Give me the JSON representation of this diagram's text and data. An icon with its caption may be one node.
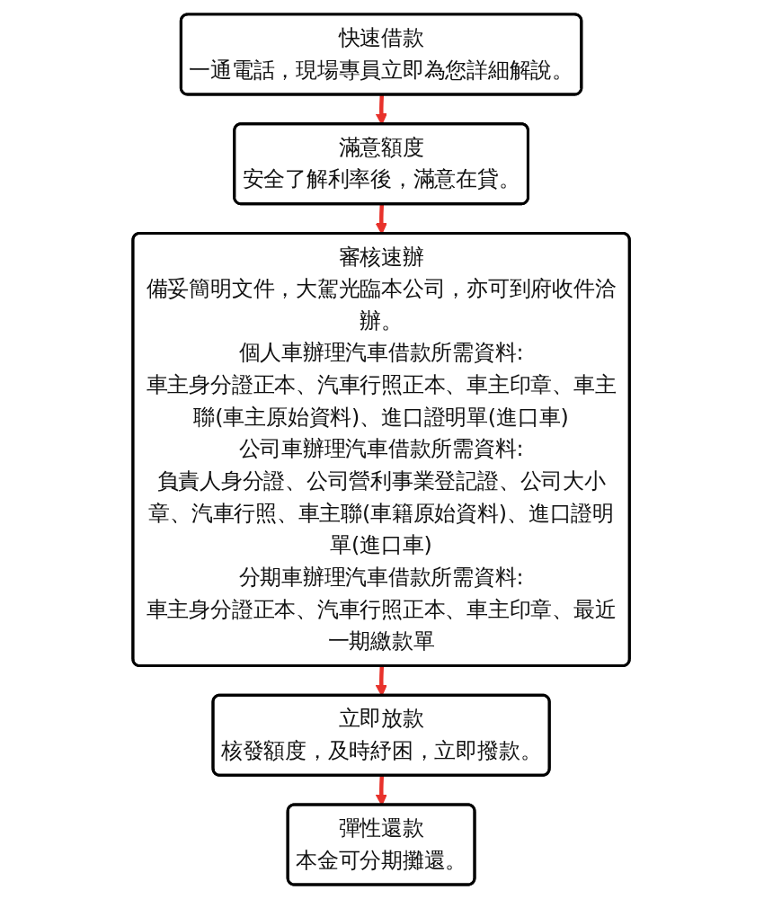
{
  "diagram": {
    "nodes": [
      {
        "text": [
          "快速借款",
          "一通電話，現場專員立即為您詳細解說。"
        ]
      },
      {
        "text": [
          "滿意額度",
          "安全了解利率後，滿意在貸。"
        ]
      },
      {
        "text": [
          "審核速辦",
          "備妥簡明文件，大駕光臨本公司，亦可到府收件洽辦。",
          "個人車辦理汽車借款所需資料:",
          "車主身分證正本、汽車行照正本、車主印章、車主聯(車主原始資料)、進口證明單(進口車)",
          "公司車辦理汽車借款所需資料:",
          "負責人身分證、公司營利事業登記證、公司大小章、汽車行照、車主聯(車籍原始資料)、進口證明單(進口車)",
          "分期車辦理汽車借款所需資料:",
          "車主身分證正本、汽車行照正本、車主印章、最近一期繳款單"
        ]
      },
      {
        "text": [
          "立即放款",
          "核發額度，及時紓困，立即撥款。"
        ]
      },
      {
        "text": [
          "彈性還款",
          "本金可分期攤還。"
        ]
      }
    ],
    "edges": [
      {
        "from": 0,
        "to": 1,
        "arrow": "to"
      },
      {
        "from": 1,
        "to": 2,
        "arrow": "to"
      },
      {
        "from": 2,
        "to": 3,
        "arrow": "to"
      },
      {
        "from": 3,
        "to": 4,
        "arrow": "to"
      }
    ]
  }
}
